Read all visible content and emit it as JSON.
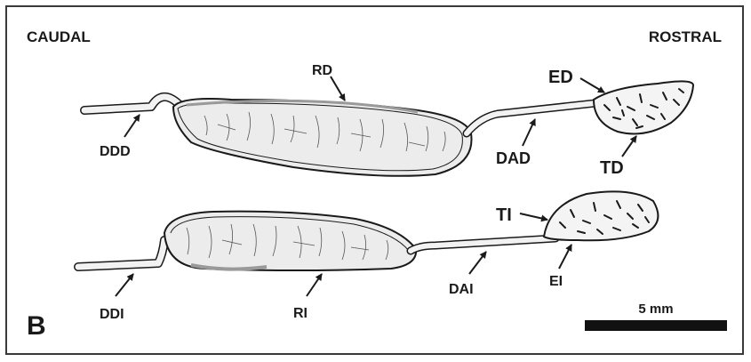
{
  "orientation": {
    "left": "CAUDAL",
    "right": "ROSTRAL"
  },
  "panel_letter": "B",
  "scale_bar": {
    "label": "5 mm"
  },
  "labels": {
    "rd": "RD",
    "ddd": "DDD",
    "dad": "DAD",
    "ed": "ED",
    "td": "TD",
    "ti": "TI",
    "ddi": "DDI",
    "ri": "RI",
    "dai": "DAI",
    "ei": "EI"
  },
  "colors": {
    "stroke": "#1a1a1a",
    "fill_light": "#ececec",
    "fill_dark": "#bdbdbd",
    "duct": "#f2f2f2"
  }
}
